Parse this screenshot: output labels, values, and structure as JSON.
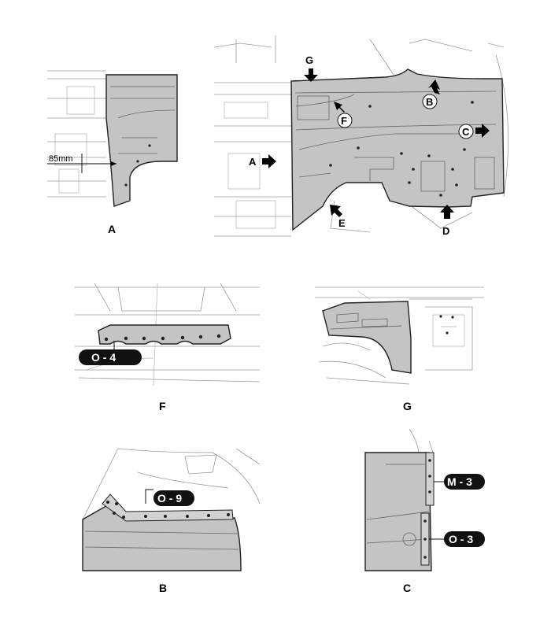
{
  "figure_captions": {
    "a": "A",
    "main_left": "",
    "f": "F",
    "g": "G",
    "b": "B",
    "c": "C"
  },
  "callouts": {
    "a": "A",
    "b": "B",
    "c": "C",
    "d": "D",
    "e": "E",
    "f": "F",
    "g": "G"
  },
  "dimension": "85mm",
  "weld_labels": {
    "f_view": "O - 4",
    "b_view": "O - 9",
    "c_upper": "M - 3",
    "c_lower": "O - 3"
  },
  "colors": {
    "panel_fill": "#c4c4c4",
    "label_badge": "#111111",
    "line_art": "#9a9a9a"
  }
}
